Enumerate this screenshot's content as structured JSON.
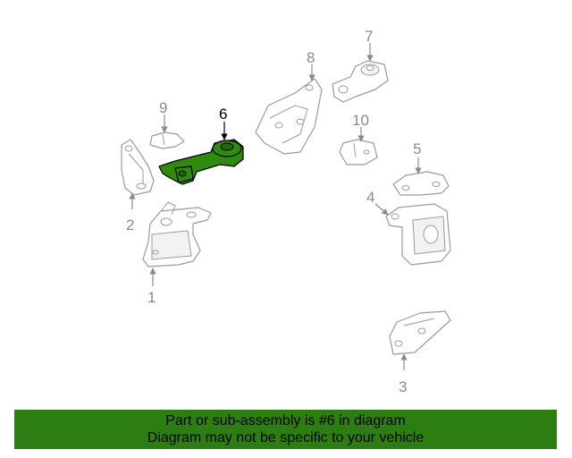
{
  "callouts": [
    "1",
    "2",
    "3",
    "4",
    "5",
    "6",
    "7",
    "8",
    "9",
    "10"
  ],
  "highlighted": "6",
  "colors": {
    "highlight": "#2f8a10",
    "banner": "#2d7e12",
    "line": "#9a9a9a"
  },
  "footer": {
    "line1": "Part or sub-assembly is #6 in diagram",
    "line2": "Diagram may not be specific to your vehicle"
  }
}
